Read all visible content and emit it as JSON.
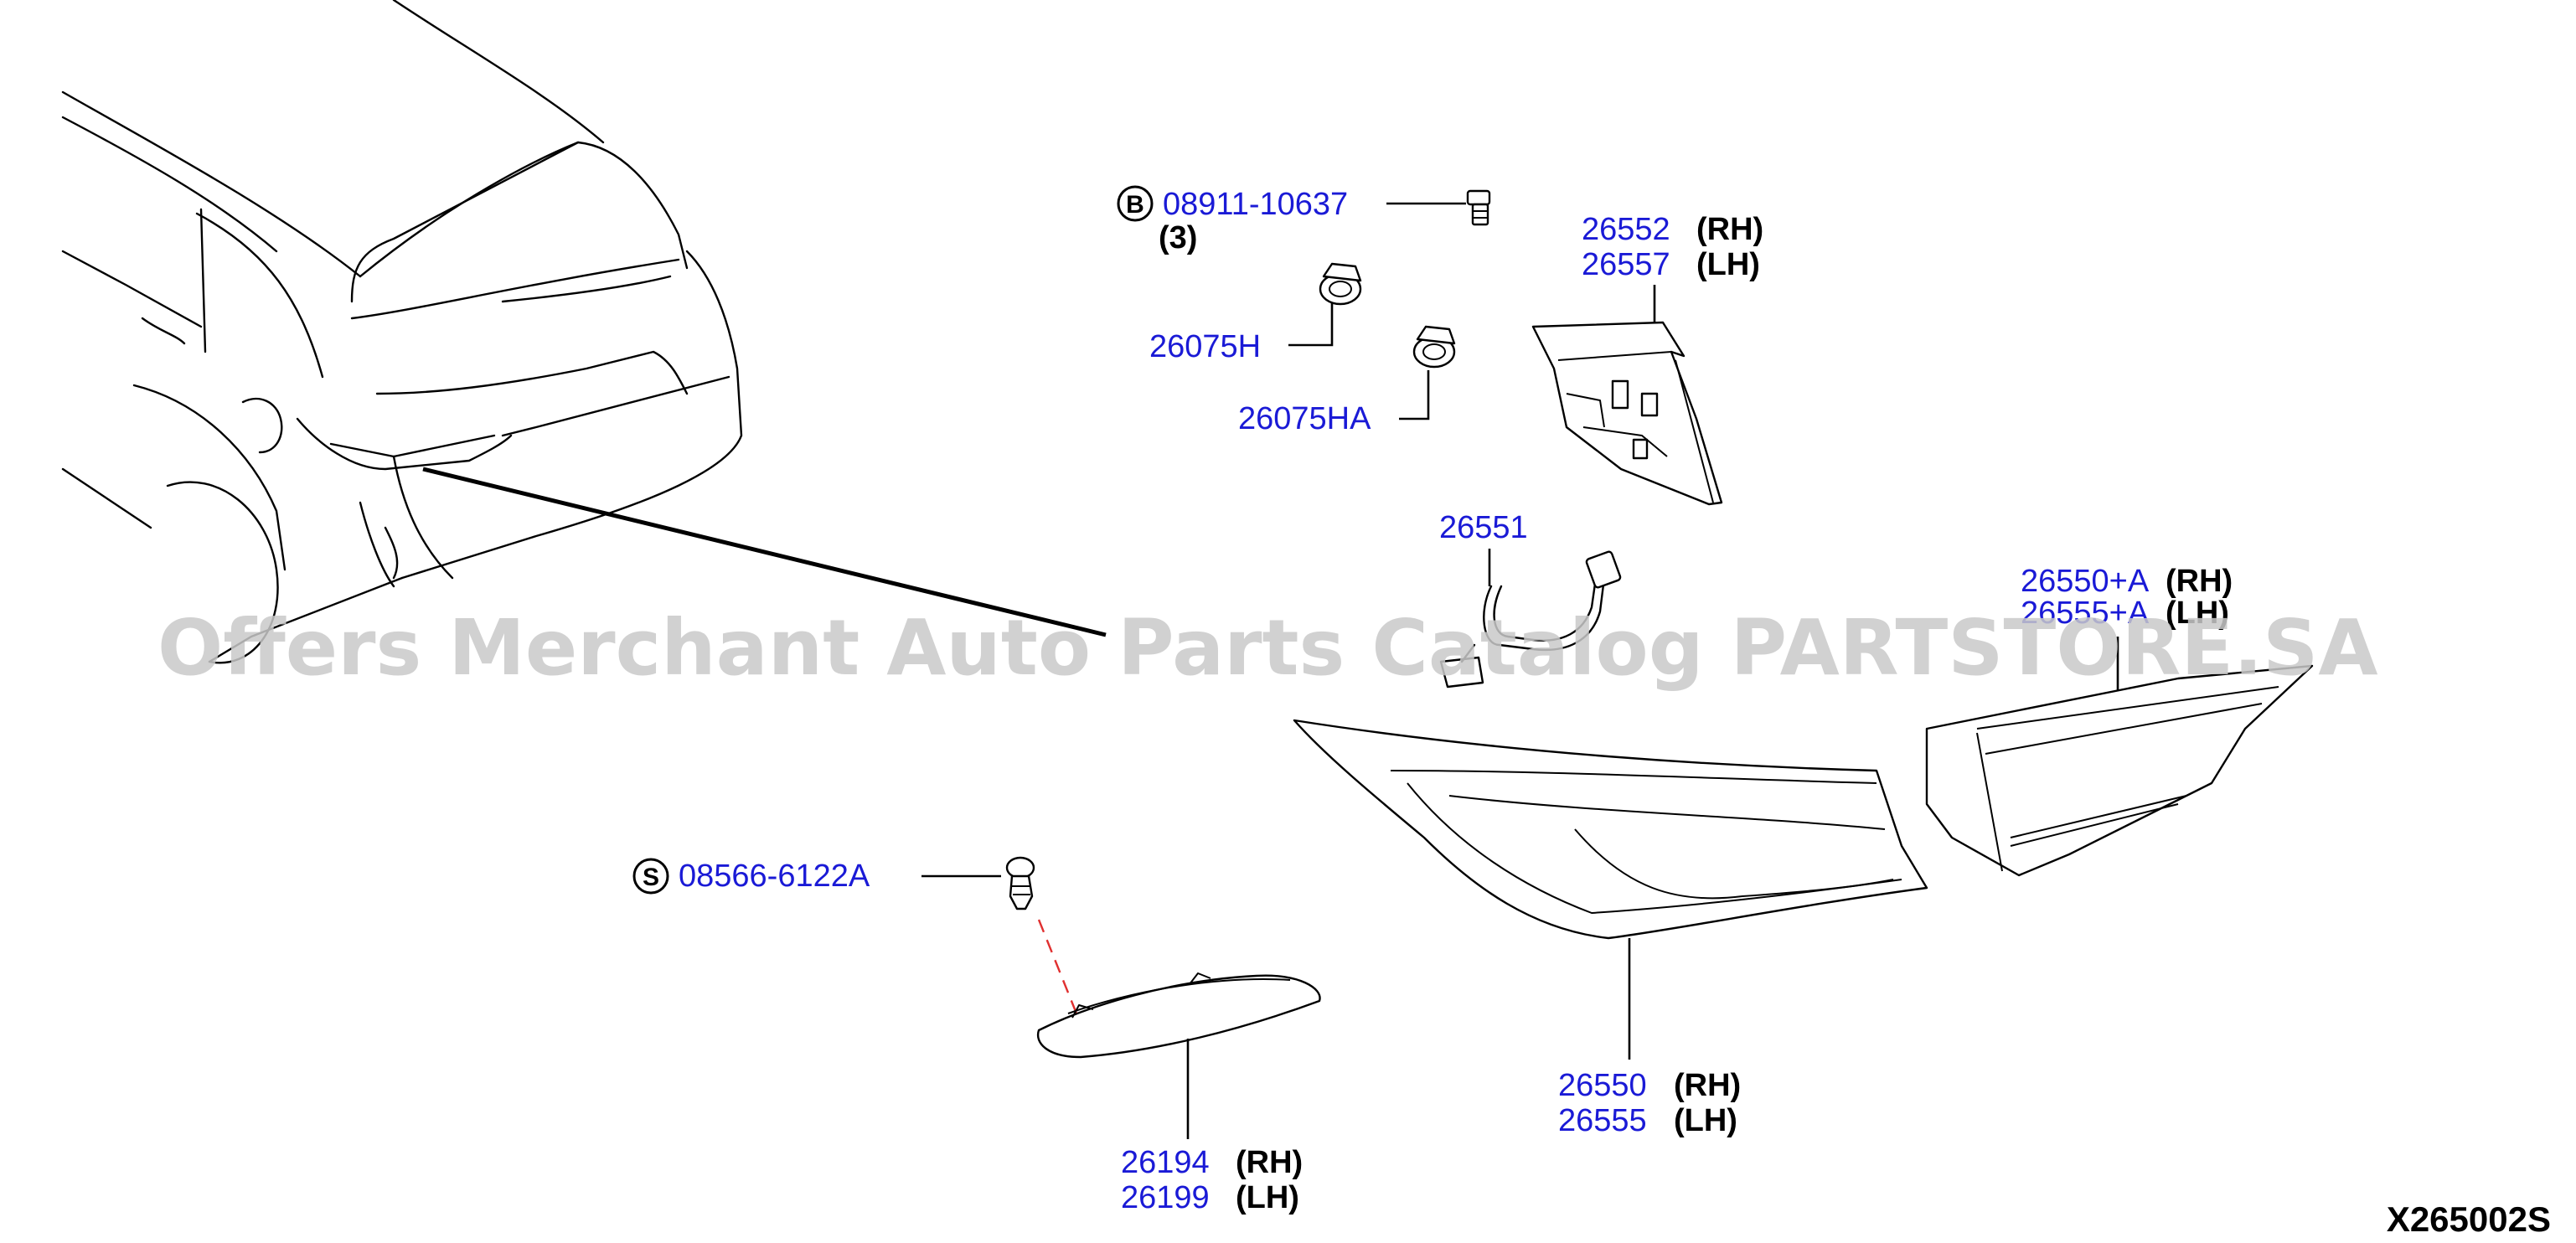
{
  "diagram": {
    "watermark": "Offers Merchant Auto Parts Catalog PARTSTORE.SA",
    "reference_code": "X265002S",
    "badges": {
      "bolt": "B",
      "screw": "S"
    },
    "parts": {
      "bolt": {
        "number": "08911-10637",
        "qty": "(3)"
      },
      "clip_h": {
        "number": "26075H"
      },
      "clip_ha": {
        "number": "26075HA"
      },
      "bracket": {
        "rh": "26552",
        "rh_side": "(RH)",
        "lh": "26557",
        "lh_side": "(LH)"
      },
      "harness": {
        "number": "26551"
      },
      "lamp_inner": {
        "rh": "26550+A",
        "rh_side": "(RH)",
        "lh": "26555+A",
        "lh_side": "(LH)"
      },
      "lamp_outer": {
        "rh": "26550",
        "rh_side": "(RH)",
        "lh": "26555",
        "lh_side": "(LH)"
      },
      "screw": {
        "number": "08566-6122A"
      },
      "reflector": {
        "rh": "26194",
        "rh_side": "(RH)",
        "lh": "26199",
        "lh_side": "(LH)"
      }
    }
  }
}
